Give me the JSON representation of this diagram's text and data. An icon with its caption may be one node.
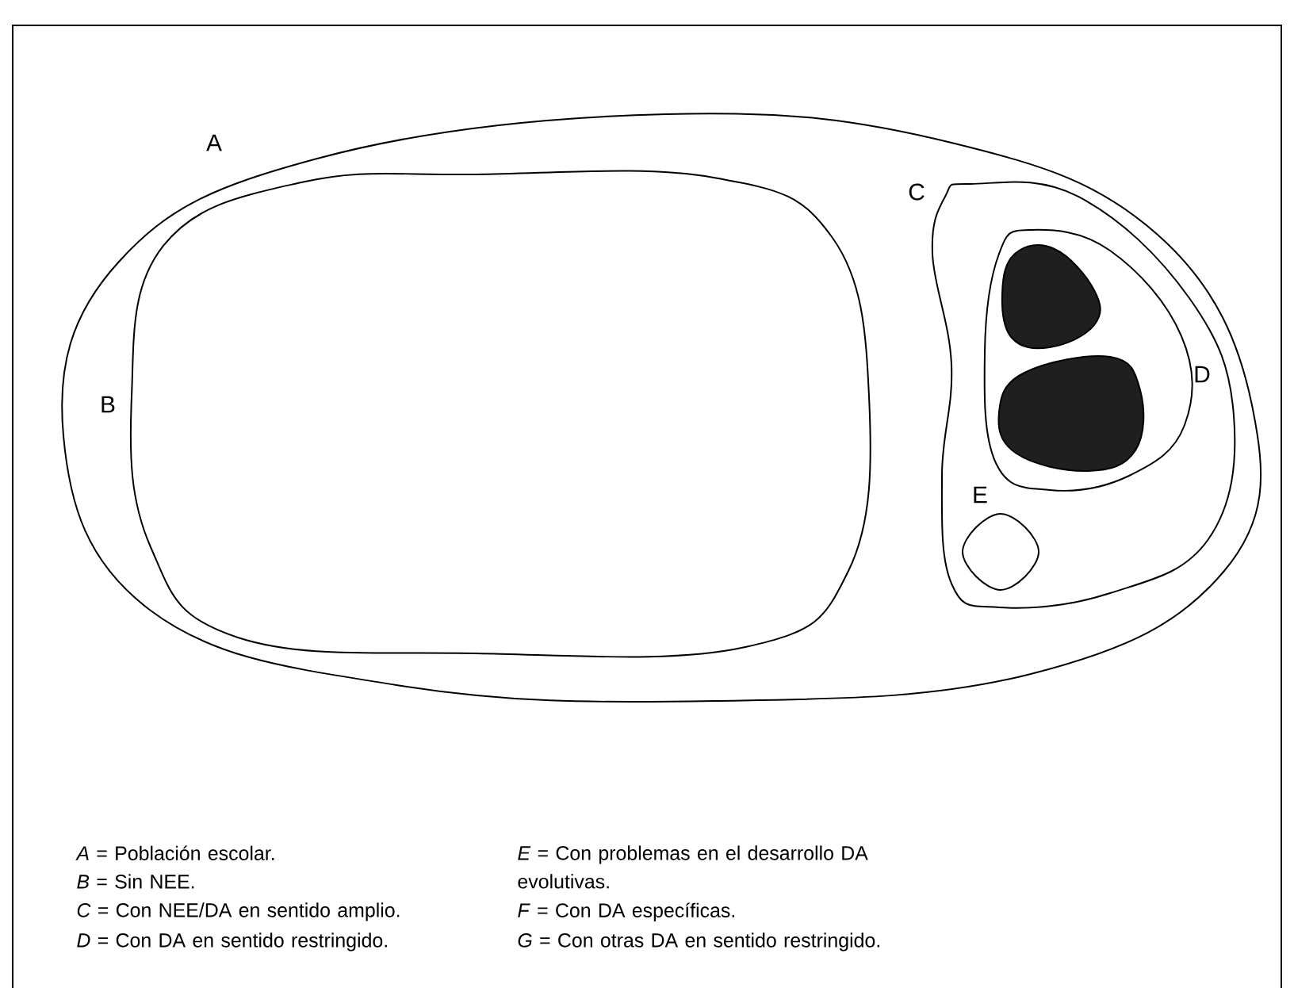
{
  "diagram": {
    "nodes": [
      {
        "text": [
          "A"
        ]
      },
      {
        "text": [
          "B"
        ],
        "in": 0
      },
      {
        "text": [
          "C"
        ],
        "in": 0
      },
      {
        "text": [
          "D"
        ],
        "in": 2
      },
      {
        "text": [],
        "shape": "triangle",
        "in": 3
      },
      {
        "text": [],
        "shape": "triangle",
        "in": 3
      },
      {
        "text": [
          "E"
        ],
        "in": 2
      }
    ],
    "labels": [
      "*A* = Población escolar.",
      "*B* = Sin NEE.",
      "*C* = Con NEE/DA en sentido amplio.",
      "*D* = Con DA en sentido restringido.",
      "*E* = Con problemas en el desarrollo DA evolutivas.",
      "*F* = Con DA específicas.",
      "*G* = Con otras DA en sentido restringido."
    ]
  }
}
